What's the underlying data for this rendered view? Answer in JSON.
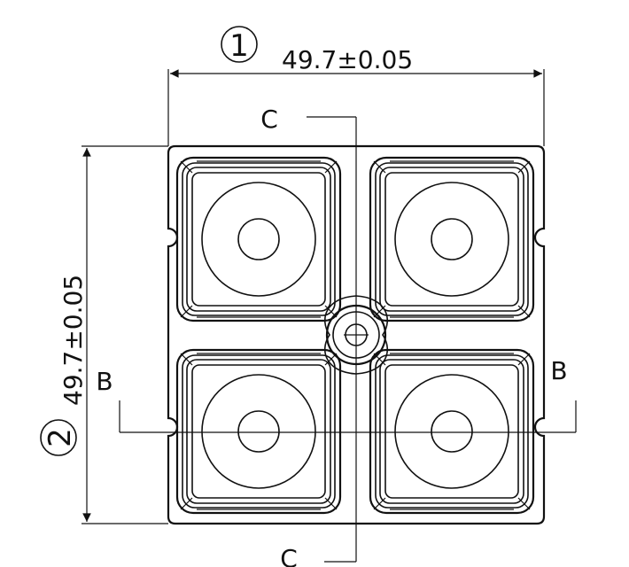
{
  "dimensions": {
    "width": {
      "callout": "1",
      "value": "49.7±0.05"
    },
    "height": {
      "callout": "2",
      "value": "49.7±0.05"
    }
  },
  "section_marks": {
    "horizontal": {
      "left": "B",
      "right": "B"
    },
    "vertical": {
      "top": "C",
      "bottom": "C"
    }
  },
  "part": {
    "cavity_rows": 2,
    "cavity_columns": 2,
    "features": [
      "lens-cavity",
      "center-mounting-hole"
    ]
  }
}
